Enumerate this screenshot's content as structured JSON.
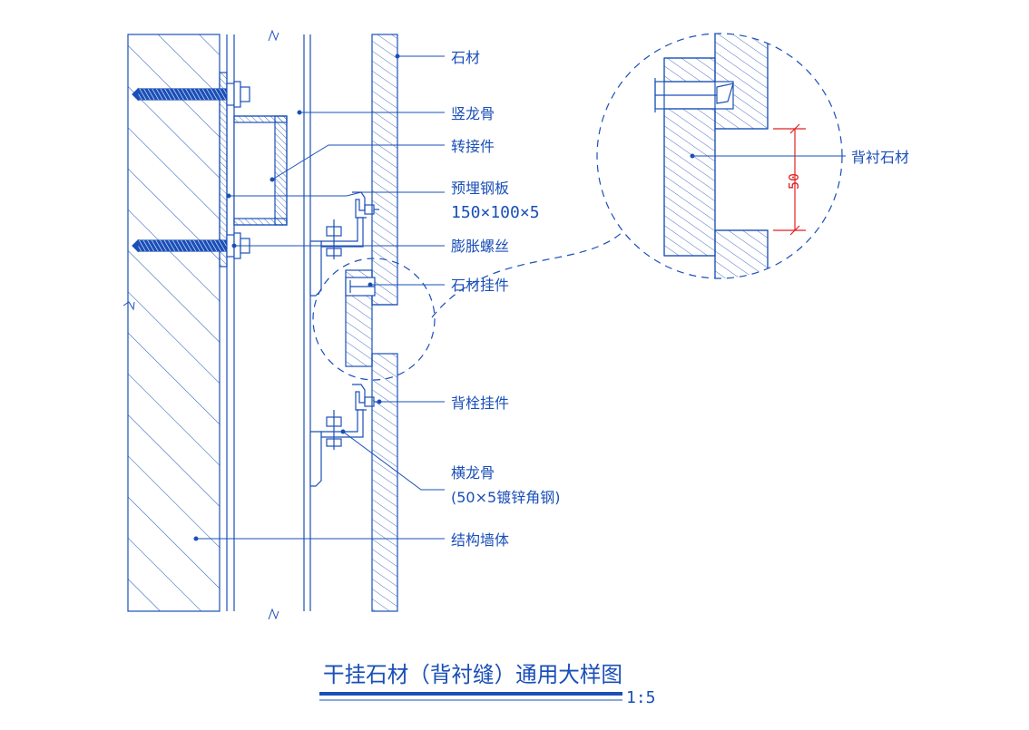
{
  "colors": {
    "line": "#1a4fb8",
    "dimension": "#e02020",
    "background": "#ffffff"
  },
  "labels": {
    "stone": "石材",
    "vertical_keel": "竖龙骨",
    "adapter": "转接件",
    "embedded_plate": "预埋钢板",
    "embedded_plate_size": "150×100×5",
    "expansion_bolt": "膨胀螺丝",
    "stone_hanger": "石材挂件",
    "back_bolt_hanger": "背栓挂件",
    "horizontal_keel": "横龙骨",
    "horizontal_keel_spec": "(50×5镀锌角钢)",
    "structural_wall": "结构墙体",
    "backing_stone": "背衬石材"
  },
  "dimension": {
    "value": "50"
  },
  "title": {
    "text": "干挂石材（背衬缝）通用大样图",
    "scale": "1:5"
  }
}
